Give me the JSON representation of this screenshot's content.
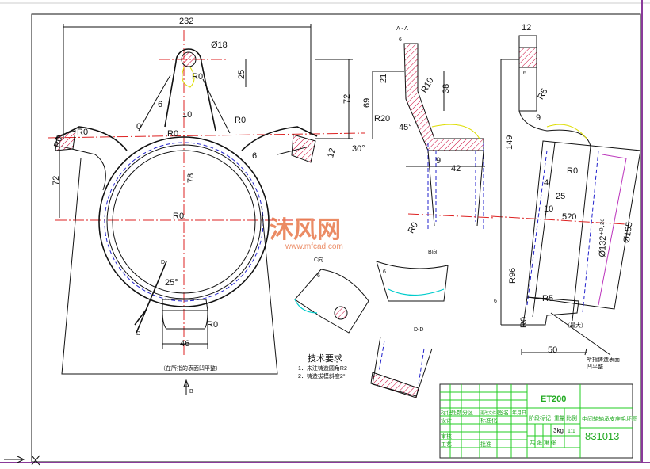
{
  "main_view": {
    "dims": {
      "width_232": "232",
      "dia_18": "Ø18",
      "d25": "25",
      "r0_a": "R0",
      "d72_right": "72",
      "view_c": "C",
      "d6_a": "6",
      "d10": "10",
      "r0_b": "R0",
      "d0": "0",
      "r0_c": "R0",
      "r0_d": "R0",
      "r0_e": "R0",
      "ang30": "30°",
      "d12": "12",
      "d6_b": "6",
      "d72_left": "72",
      "d78": "78",
      "r0_f": "R0",
      "ang25": "25°",
      "sec_d1": "D",
      "sec_d2": "D",
      "r0_g": "R0",
      "d46": "46"
    },
    "note": "（在所指的表面凹平整）",
    "view_b": "B"
  },
  "section_aa": {
    "title": "A - A",
    "dims": {
      "d6": "6",
      "d21": "21",
      "d38": "38",
      "d69": "69",
      "r10": "R10",
      "r20": "R20",
      "ang45": "45°",
      "d9": "9",
      "d42": "42",
      "r0": "R0"
    }
  },
  "side_view": {
    "dims": {
      "d12": "12",
      "d6": "6",
      "r5_a": "R5",
      "d149": "149",
      "d9": "9",
      "r0_a": "R0",
      "d4": "4",
      "d25": "25",
      "d10": "10",
      "d570": "5?0",
      "dia132": "Ø132⁺⁰·²⁶",
      "dia155": "Ø155",
      "r96": "R96",
      "d6_b": "6",
      "r5_b": "R5",
      "r0_b": "R0",
      "d50": "50"
    },
    "max_note": "（最大）",
    "surface_note_1": "所指铸造表面",
    "surface_note_2": "凹平整"
  },
  "details": {
    "c_view": "C向",
    "c_dim": "6",
    "b_view": "B向",
    "b_dim": "6",
    "dd": "D-D"
  },
  "tech_requirements": {
    "title": "技术要求",
    "items": [
      "1．未注铸造圆角R2",
      "2．铸造拔模斜度2°"
    ]
  },
  "title_block": {
    "code": "ET200",
    "part_name": "中间轴轴承支座毛坯图",
    "drawing_no": "831013",
    "weight": "3kg",
    "scale": "1:1",
    "cells": [
      "标记",
      "处数",
      "分区",
      "更改文件号",
      "签名",
      "年月日",
      "设计",
      "标准化",
      "审核",
      "工艺",
      "批准",
      "阶段标记",
      "重量",
      "比例",
      "共 张 第 张"
    ]
  },
  "watermark": {
    "name": "沐风网",
    "url": "www.mfcad.com"
  },
  "colors": {
    "frame": "#8a3a9a",
    "centerline": "#dd2222",
    "hidden": "#2222cc",
    "titleblock": "#22aa22",
    "watermark": "#e8774a"
  }
}
